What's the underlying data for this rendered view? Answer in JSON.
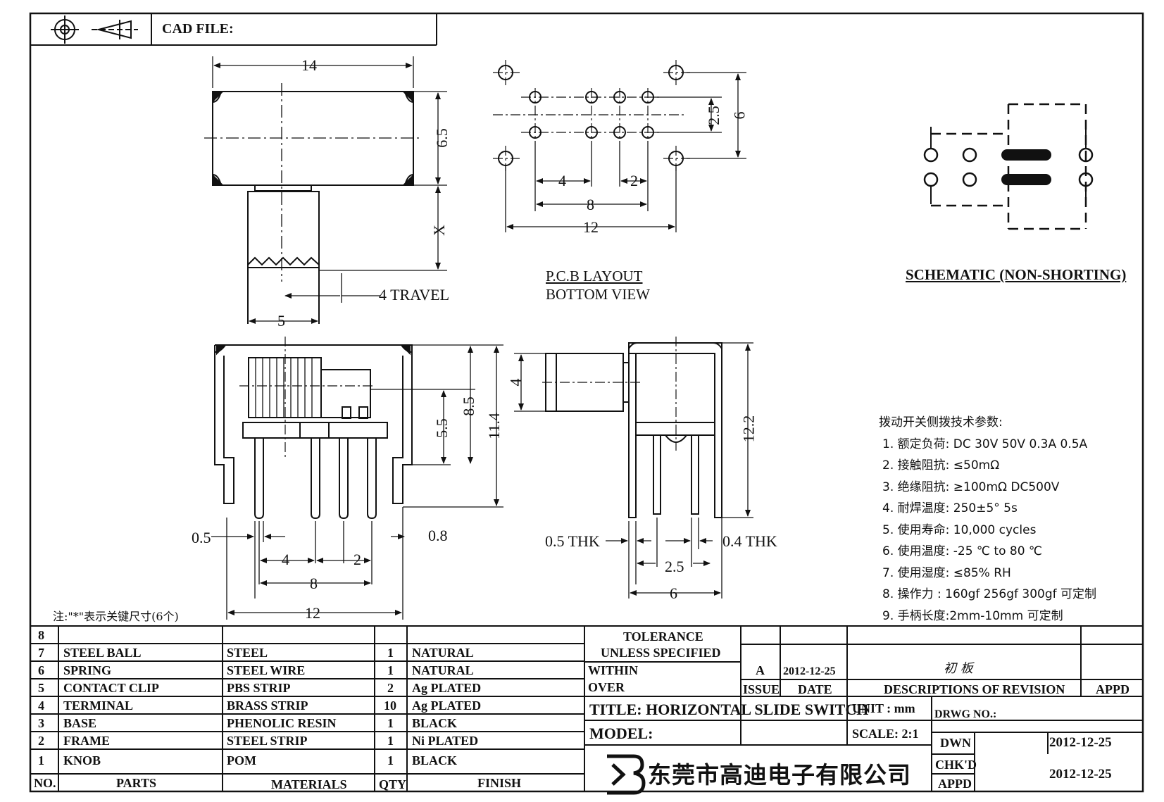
{
  "header": {
    "cad_file_label": "CAD FILE:"
  },
  "dims": {
    "top_width": "14",
    "top_height": "6.5",
    "handle_x": "X",
    "travel": "4  TRAVEL",
    "handle_width": "5",
    "pcb_2_5": "2.5",
    "pcb_6": "6",
    "pcb_4": "4",
    "pcb_2": "2",
    "pcb_8": "8",
    "pcb_12": "12",
    "pcb_title": "P.C.B LAYOUT",
    "pcb_subtitle": "BOTTOM  VIEW",
    "schematic_title": "SCHEMATIC (NON-SHORTING)",
    "front_5_5": "5.5",
    "front_8_5": "8.5",
    "front_11_4": "11.4",
    "front_0_5": "0.5",
    "front_0_8": "0.8",
    "front_4": "4",
    "front_2": "2",
    "front_8": "8",
    "front_12": "12",
    "side_4": "4",
    "side_12_2": "12.2",
    "side_05thk": "0.5  THK",
    "side_04thk": "0.4  THK",
    "side_2_5": "2.5",
    "side_6": "6"
  },
  "specs": {
    "title": "拨动开关侧拨技术参数:",
    "items": [
      "1.  额定负荷: DC 30V     50V     0.3A     0.5A",
      "2.  接触阻抗:  ≤50mΩ",
      "3.  绝缘阻抗:  ≥100mΩ   DC500V",
      "4.  耐焊温度: 250±5°  5s",
      "5.  使用寿命: 10,000 cycles",
      "6.  使用温度: -25  ℃   to 80  ℃",
      "7.  使用湿度:  ≤85% RH",
      "8.  操作力 : 160gf     256gf     300gf   可定制",
      "9.  手柄长度:2mm-10mm   可定制"
    ]
  },
  "note": "注:\"*\"表示关键尺寸(6个)",
  "bom": {
    "rows": [
      {
        "no": "8",
        "part": "",
        "material": "",
        "qty": "",
        "finish": ""
      },
      {
        "no": "7",
        "part": "STEEL  BALL",
        "material": "STEEL",
        "qty": "1",
        "finish": "NATURAL"
      },
      {
        "no": "6",
        "part": "SPRING",
        "material": "STEEL  WIRE",
        "qty": "1",
        "finish": "NATURAL"
      },
      {
        "no": "5",
        "part": "CONTACT  CLIP",
        "material": "PBS  STRIP",
        "qty": "2",
        "finish": "Ag  PLATED"
      },
      {
        "no": "4",
        "part": "TERMINAL",
        "material": "BRASS  STRIP",
        "qty": "10",
        "finish": "Ag  PLATED"
      },
      {
        "no": "3",
        "part": "BASE",
        "material": "PHENOLIC  RESIN",
        "qty": "1",
        "finish": "BLACK"
      },
      {
        "no": "2",
        "part": "FRAME",
        "material": "STEEL  STRIP",
        "qty": "1",
        "finish": "Ni  PLATED"
      },
      {
        "no": "1",
        "part": "KNOB",
        "material": "POM",
        "qty": "1",
        "finish": "BLACK"
      }
    ],
    "headers": {
      "no": "NO.",
      "part": "PARTS",
      "material": "MATERIALS",
      "qty": "QTY",
      "finish": "FINISH"
    }
  },
  "titleblock": {
    "tolerance": "TOLERANCE",
    "unless": "UNLESS   SPECIFIED",
    "within": "WITHIN",
    "over": "OVER",
    "rev": "A",
    "rev_date": "2012-12-25",
    "rev_desc": "初  板",
    "issue": "ISSUE",
    "date": "DATE",
    "desc_of_rev": "DESCRIPTIONS  OF  REVISION",
    "appd": "APPD",
    "title": "TITLE:  HORIZONTAL  SLIDE  SWITCH",
    "unit": "UNIT : mm",
    "drwg_no": "DRWG  NO.:",
    "model": "MODEL:",
    "scale": "SCALE:  2:1",
    "dwn": "DWN",
    "dwn_date": "2012-12-25",
    "chkd": "CHK'D",
    "appd2": "APPD",
    "chk_date": "2012-12-25",
    "company": "东莞市高迪电子有限公司"
  }
}
